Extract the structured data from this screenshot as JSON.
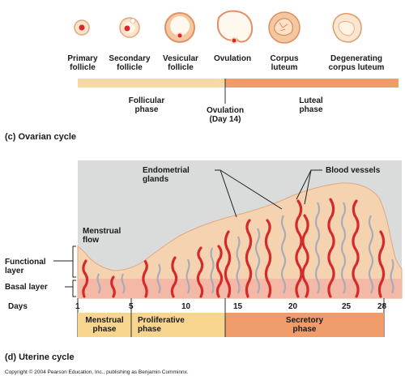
{
  "ovarian": {
    "stages": [
      {
        "label": "Primary\nfollicle"
      },
      {
        "label": "Secondary\nfollicle"
      },
      {
        "label": "Vesicular\nfollicle"
      },
      {
        "label": "Ovulation"
      },
      {
        "label": "Corpus\nluteum"
      },
      {
        "label": "Degenerating\ncorpus luteum"
      }
    ],
    "follicular_phase": "Follicular\nphase",
    "ovulation_marker": "Ovulation\n(Day 14)",
    "luteal_phase": "Luteal\nphase",
    "caption": "(c)  Ovarian cycle",
    "colors": {
      "follicular": "#f6d9a4",
      "luteal": "#ef9c6a"
    }
  },
  "uterine": {
    "labels": {
      "endometrial_glands": "Endometrial\nglands",
      "blood_vessels": "Blood vessels",
      "menstrual_flow": "Menstrual\nflow",
      "functional_layer": "Functional\nlayer",
      "basal_layer": "Basal layer"
    },
    "days_label": "Days",
    "day_ticks": [
      "1",
      "5",
      "10",
      "15",
      "20",
      "25",
      "28"
    ],
    "phases": [
      {
        "label": "Menstrual\nphase",
        "color": "#f7d58f"
      },
      {
        "label": "Proliferative\nphase",
        "color": "#f7d58f"
      },
      {
        "label": "Secretory\nphase",
        "color": "#ef9c6a"
      }
    ],
    "caption": "(d)  Uterine cycle",
    "colors": {
      "panel": "#d9dcdb",
      "tissue": "#f5d2b0",
      "basal": "#f4b8a6",
      "vessel": "#d42a2a",
      "gland": "#b9b9c4"
    }
  },
  "copyright": "Copyright © 2004 Pearson Education, Inc., publishing as Benjamin Cumminnx."
}
